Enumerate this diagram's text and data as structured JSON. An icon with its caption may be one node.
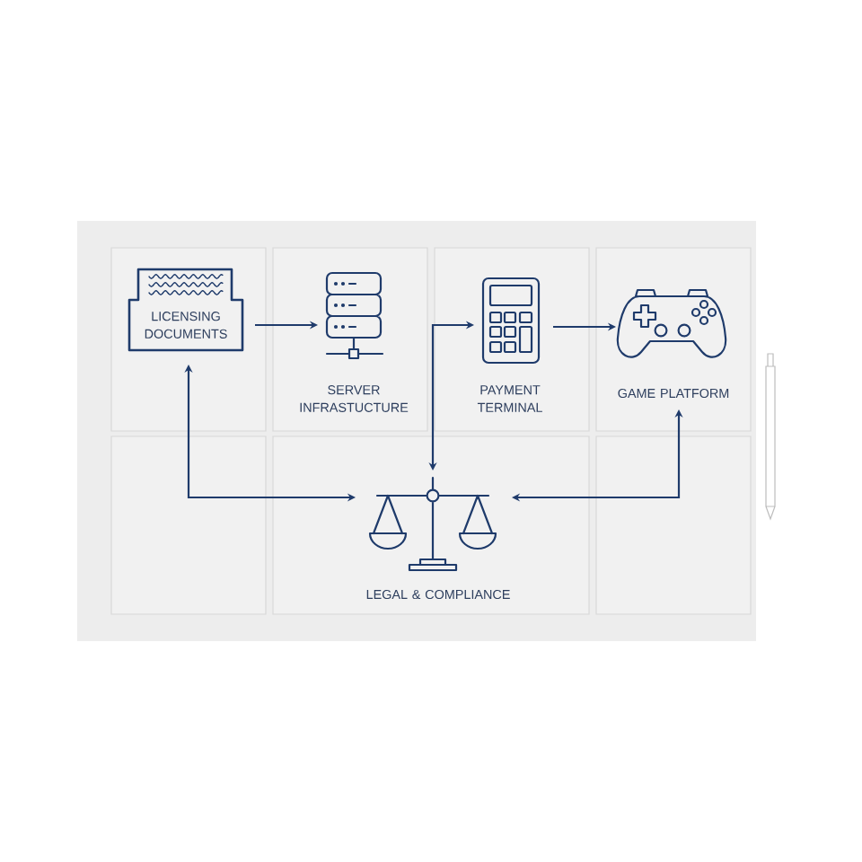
{
  "diagram": {
    "nodes": [
      {
        "text": [
          "LICENSING DOCUMENTS"
        ]
      },
      {
        "text": [
          "SERVER INFRASTUCTURE"
        ]
      },
      {
        "text": [
          "PAYMENT TERMINAL"
        ]
      },
      {
        "text": [
          "GAME PLATFORM"
        ]
      },
      {
        "text": [
          "LEGAL & COMPLIANCE"
        ]
      }
    ],
    "edges": [
      {
        "from": 0,
        "to": 1,
        "arrow": "to"
      },
      {
        "from": 4,
        "to": 2,
        "arrow": "both"
      },
      {
        "from": 2,
        "to": 3,
        "arrow": "to"
      },
      {
        "from": 4,
        "to": 0,
        "arrow": "both"
      },
      {
        "from": 4,
        "to": 3,
        "arrow": "both"
      }
    ]
  }
}
